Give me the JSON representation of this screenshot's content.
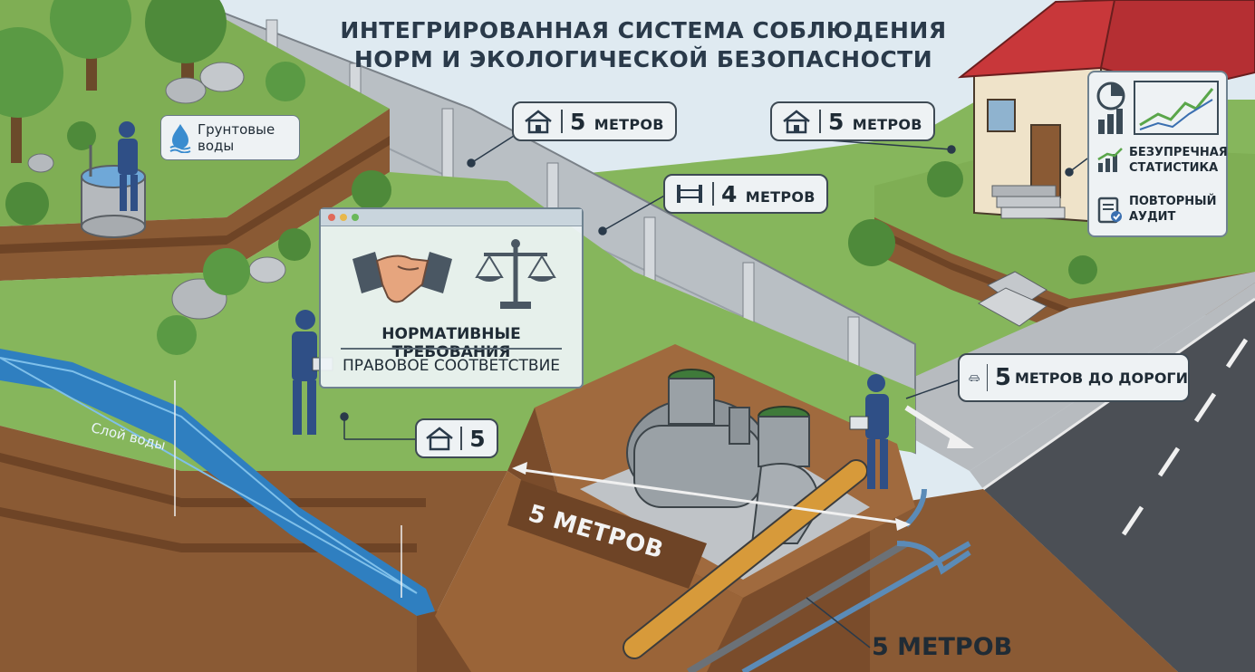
{
  "title": {
    "line1": "ИНТЕГРИРОВАННАЯ СИСТЕМА СОБЛЮДЕНИЯ",
    "line2": "НОРМ И ЭКОЛОГИЧЕСКОЙ БЕЗОПАСНОСТИ"
  },
  "badges": {
    "house_top_left": {
      "number": "5",
      "unit": "МЕТРОВ"
    },
    "house_top_right": {
      "number": "5",
      "unit": "МЕТРОВ"
    },
    "fence": {
      "number": "4",
      "unit": "МЕТРОВ"
    },
    "house_lawn": {
      "number": "5"
    },
    "road": {
      "number": "5",
      "unit": "МЕТРОВ ДО ДОРОГИ"
    }
  },
  "groundwater": {
    "line1": "Грунтовые",
    "line2": "воды"
  },
  "panel": {
    "title": "НОРМАТИВНЫЕ ТРЕБОВАНИЯ",
    "subtitle": "ПРАВОВОЕ СООТВЕТСТВИЕ"
  },
  "stats_panel": {
    "item1": {
      "line1": "БЕЗУПРЕЧНАЯ",
      "line2": "СТАТИСТИКА"
    },
    "item2": {
      "line1": "ПОВТОРНЫЙ",
      "line2": "АУДИТ"
    }
  },
  "water_layer": "Слой воды",
  "trench_distance": "5 МЕТРОВ",
  "pipe_distance": "5 МЕТРОВ",
  "colors": {
    "grass": "#7fae54",
    "soil": "#8a5a34",
    "water": "#2f7fc0",
    "road": "#4b4f55",
    "fence": "#b9bfc4",
    "roof": "#c8373a",
    "worker": "#2f4f86",
    "pipe": "#d79a3a"
  },
  "icons": [
    "water-drop-icon",
    "house-icon",
    "fence-icon",
    "handshake-icon",
    "scales-icon",
    "pie-chart-icon",
    "bar-chart-icon",
    "line-chart-icon",
    "checklist-icon",
    "car-icon"
  ]
}
